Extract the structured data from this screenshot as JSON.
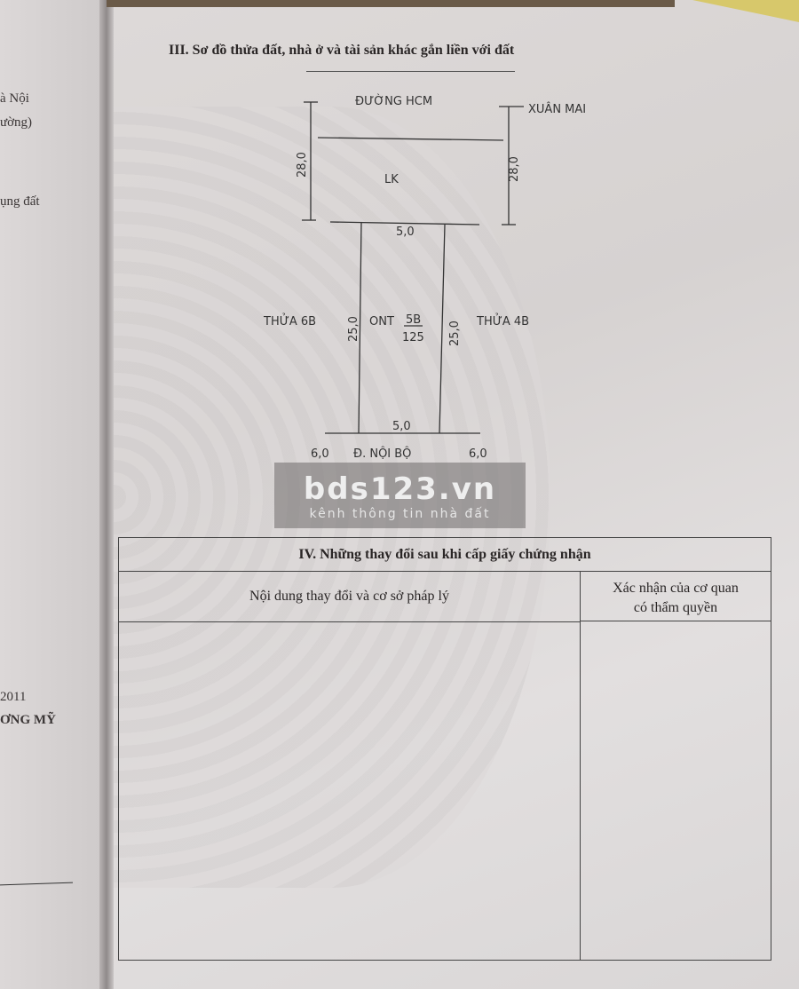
{
  "left_page": {
    "lines": [
      "à Nội",
      "ường)",
      "ụng đất",
      "2011",
      "ƠNG MỸ"
    ]
  },
  "section3": {
    "title": "III. Sơ đồ thửa đất, nhà ở và tài sản khác gắn liền với đất",
    "sketch": {
      "road_top": "ĐƯỜNG HCM",
      "direction": "XUÂN MAI",
      "dim_left": "28,0",
      "dim_right": "28,0",
      "lk_label": "LK",
      "top_width": "5,0",
      "bottom_width": "5,0",
      "side_left": "25,0",
      "side_right": "25,0",
      "land_type": "ONT",
      "parcel_no": "5B",
      "area": "125",
      "neighbor_left": "THỬA 6B",
      "neighbor_right": "THỬA 4B",
      "road_bottom_left_width": "6,0",
      "road_bottom": "Đ. NỘI BỘ",
      "road_bottom_right_width": "6,0"
    }
  },
  "watermark": {
    "main": "bds123.vn",
    "sub": "kênh thông tin nhà đất"
  },
  "section4": {
    "title": "IV. Những thay đổi sau khi cấp giấy chứng nhận",
    "col1": "Nội dung thay đổi và cơ sở pháp lý",
    "col2_line1": "Xác nhận của cơ quan",
    "col2_line2": "có thẩm quyền"
  }
}
